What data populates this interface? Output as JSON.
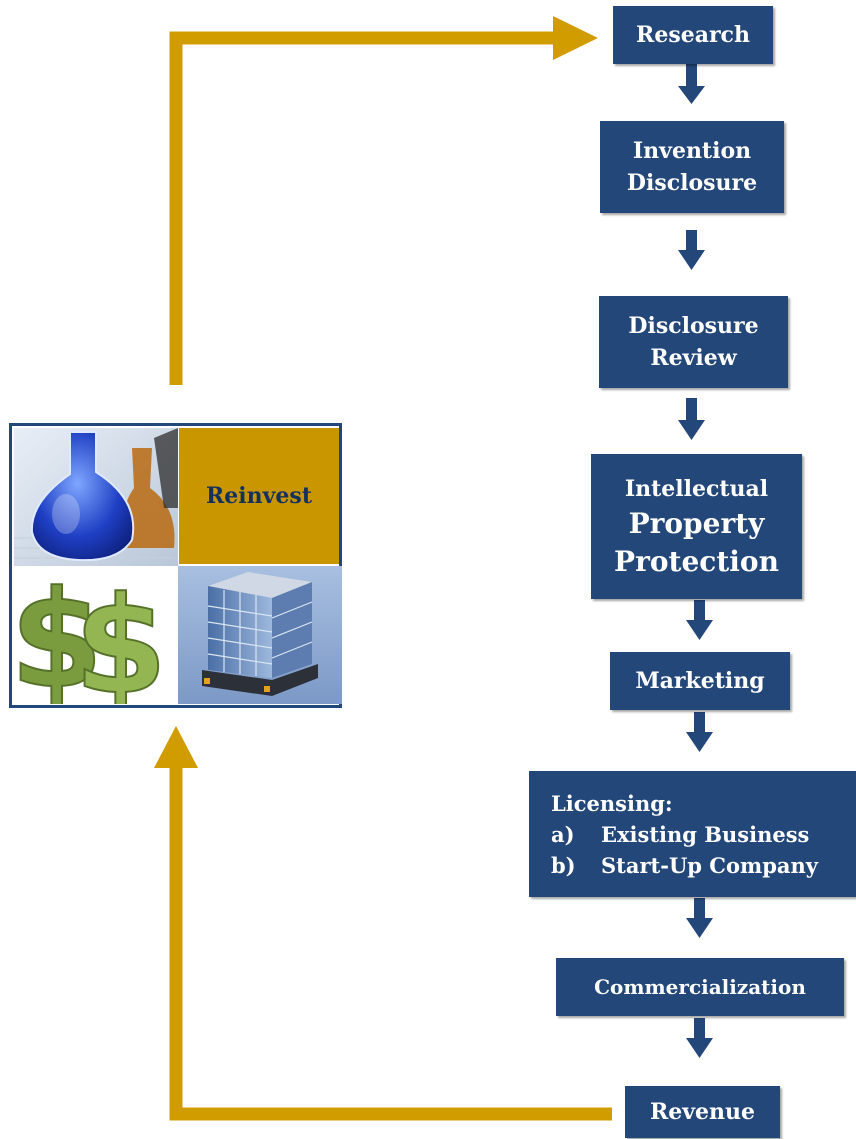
{
  "colors": {
    "step_box": "#24477a",
    "step_text": "#ffffff",
    "loop_arrow": "#d09c00",
    "down_arrow": "#24477a",
    "reinvest_fill": "#c99600",
    "reinvest_text": "#14315e"
  },
  "steps": {
    "research": "Research",
    "invention_disclosure": [
      "Invention",
      "Disclosure"
    ],
    "disclosure_review": [
      "Disclosure",
      "Review"
    ],
    "ip_protection": [
      "Intellectual",
      "Property",
      "Protection"
    ],
    "marketing": "Marketing",
    "licensing": {
      "title": "Licensing:",
      "options": [
        {
          "marker": "a)",
          "text": "Existing Business"
        },
        {
          "marker": "b)",
          "text": "Start-Up Company"
        }
      ]
    },
    "commercialization": "Commercialization",
    "revenue": "Revenue"
  },
  "reinvest": {
    "label": "Reinvest",
    "images": [
      "lab-flask-image",
      "dollar-signs-image",
      "office-building-image"
    ]
  }
}
